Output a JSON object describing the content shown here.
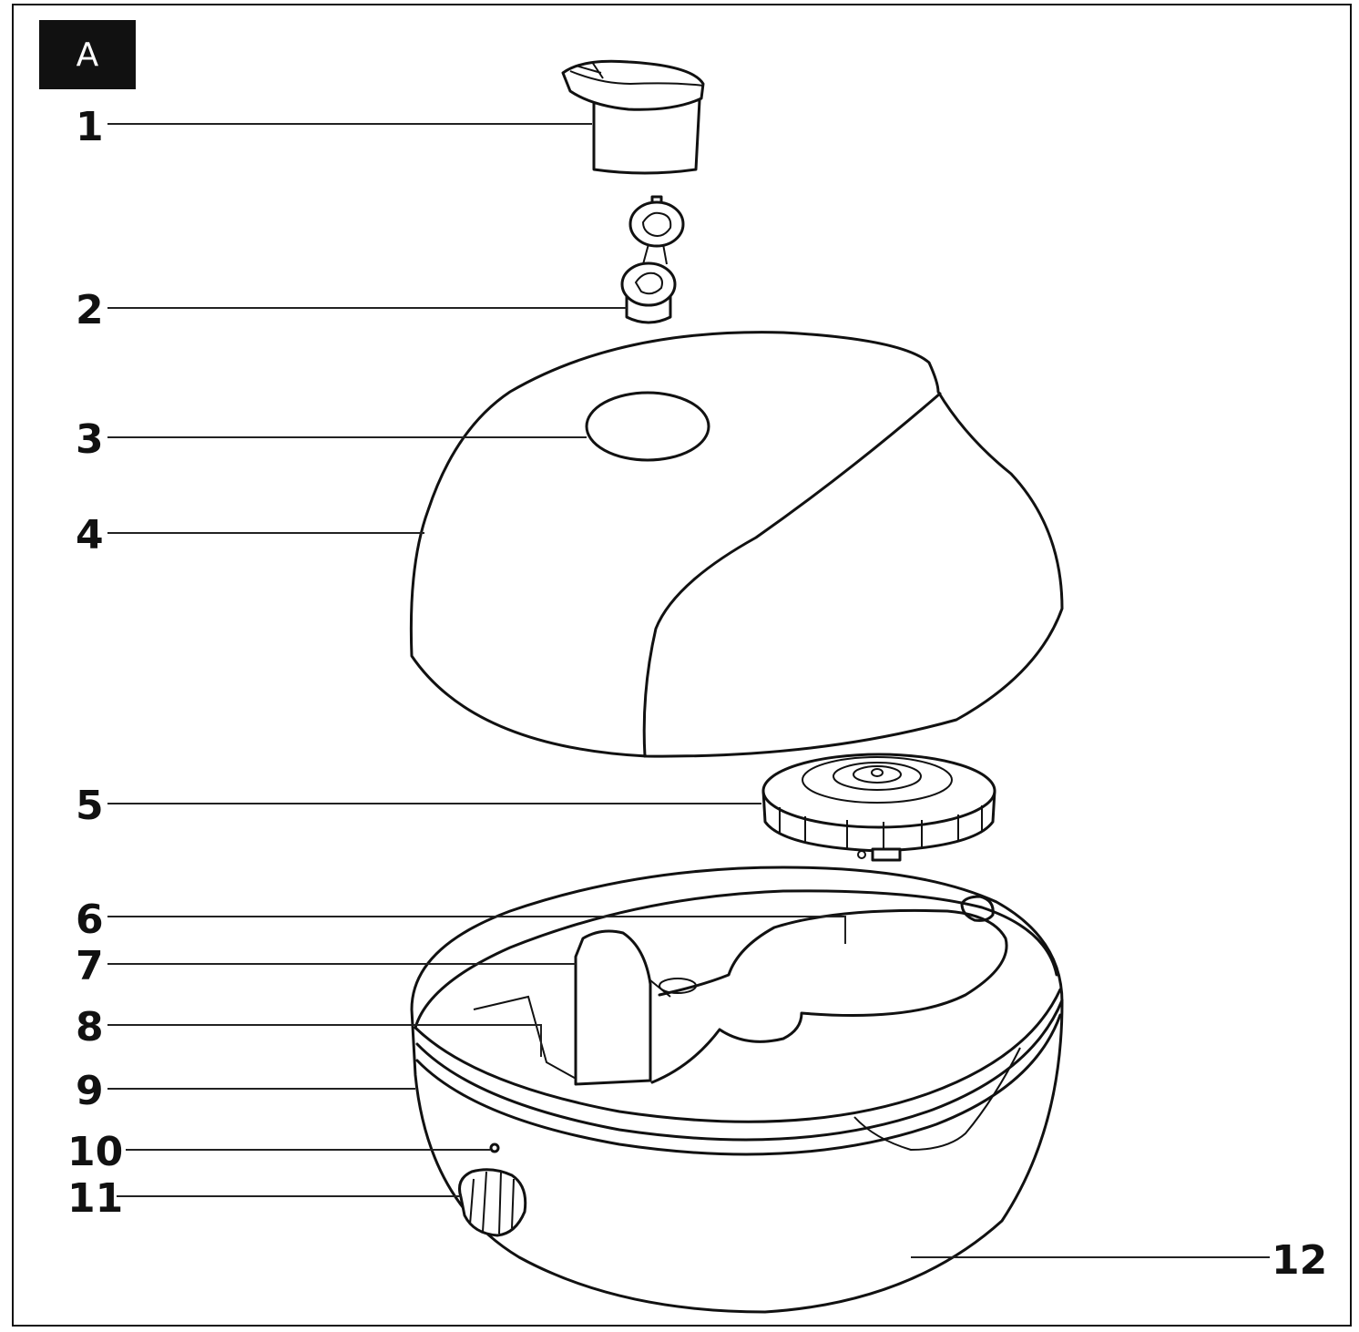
{
  "figure_label": "A",
  "labels": [
    "1",
    "2",
    "3",
    "4",
    "5",
    "6",
    "7",
    "8",
    "9",
    "10",
    "11",
    "12"
  ],
  "colors": {
    "line": "#111111",
    "background": "#ffffff"
  }
}
